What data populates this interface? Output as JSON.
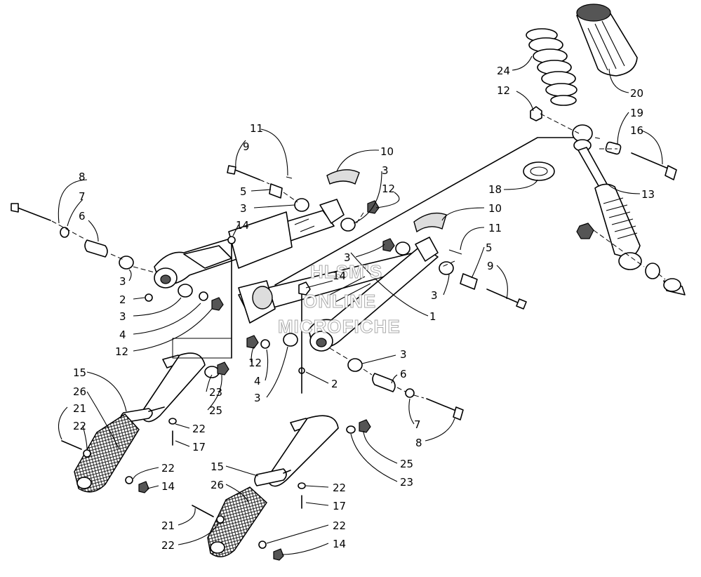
{
  "watermark": [
    "HLSM'S",
    "ONLINE",
    "MICROFICHE"
  ],
  "callouts": [
    {
      "id": "c-8-left",
      "text": "8"
    },
    {
      "id": "c-7-left",
      "text": "7"
    },
    {
      "id": "c-6-left",
      "text": "6"
    },
    {
      "id": "c-3-a",
      "text": "3"
    },
    {
      "id": "c-2-left",
      "text": "2"
    },
    {
      "id": "c-3-b",
      "text": "3"
    },
    {
      "id": "c-4-left",
      "text": "4"
    },
    {
      "id": "c-12-left",
      "text": "12"
    },
    {
      "id": "c-9-top",
      "text": "9"
    },
    {
      "id": "c-11-top",
      "text": "11"
    },
    {
      "id": "c-5-top",
      "text": "5"
    },
    {
      "id": "c-3-c",
      "text": "3"
    },
    {
      "id": "c-14-center",
      "text": "14"
    },
    {
      "id": "c-10-top",
      "text": "10"
    },
    {
      "id": "c-3-d",
      "text": "3"
    },
    {
      "id": "c-12-top",
      "text": "12"
    },
    {
      "id": "c-3-e",
      "text": "3"
    },
    {
      "id": "c-14-mid",
      "text": "14"
    },
    {
      "id": "c-1",
      "text": "1"
    },
    {
      "id": "c-24",
      "text": "24"
    },
    {
      "id": "c-20",
      "text": "20"
    },
    {
      "id": "c-12-right",
      "text": "12"
    },
    {
      "id": "c-19",
      "text": "19"
    },
    {
      "id": "c-16",
      "text": "16"
    },
    {
      "id": "c-18",
      "text": "18"
    },
    {
      "id": "c-13",
      "text": "13"
    },
    {
      "id": "c-10-right",
      "text": "10"
    },
    {
      "id": "c-11-right",
      "text": "11"
    },
    {
      "id": "c-5-right",
      "text": "5"
    },
    {
      "id": "c-9-right",
      "text": "9"
    },
    {
      "id": "c-3-f",
      "text": "3"
    },
    {
      "id": "c-12-mid",
      "text": "12"
    },
    {
      "id": "c-4-mid",
      "text": "4"
    },
    {
      "id": "c-3-g",
      "text": "3"
    },
    {
      "id": "c-2-mid",
      "text": "2"
    },
    {
      "id": "c-3-h",
      "text": "3"
    },
    {
      "id": "c-6-right",
      "text": "6"
    },
    {
      "id": "c-7-right",
      "text": "7"
    },
    {
      "id": "c-8-right",
      "text": "8"
    },
    {
      "id": "c-15-left",
      "text": "15"
    },
    {
      "id": "c-26-left",
      "text": "26"
    },
    {
      "id": "c-21-left",
      "text": "21"
    },
    {
      "id": "c-22-left",
      "text": "22"
    },
    {
      "id": "c-23-left",
      "text": "23"
    },
    {
      "id": "c-25-left",
      "text": "25"
    },
    {
      "id": "c-22-left-b",
      "text": "22"
    },
    {
      "id": "c-17-left",
      "text": "17"
    },
    {
      "id": "c-22-left-c",
      "text": "22"
    },
    {
      "id": "c-14-left-b",
      "text": "14"
    },
    {
      "id": "c-15-right",
      "text": "15"
    },
    {
      "id": "c-26-right",
      "text": "26"
    },
    {
      "id": "c-25-right",
      "text": "25"
    },
    {
      "id": "c-23-right",
      "text": "23"
    },
    {
      "id": "c-22-right",
      "text": "22"
    },
    {
      "id": "c-17-right",
      "text": "17"
    },
    {
      "id": "c-21-right",
      "text": "21"
    },
    {
      "id": "c-22-right-b",
      "text": "22"
    },
    {
      "id": "c-22-right-c",
      "text": "22"
    },
    {
      "id": "c-14-right",
      "text": "14"
    }
  ]
}
